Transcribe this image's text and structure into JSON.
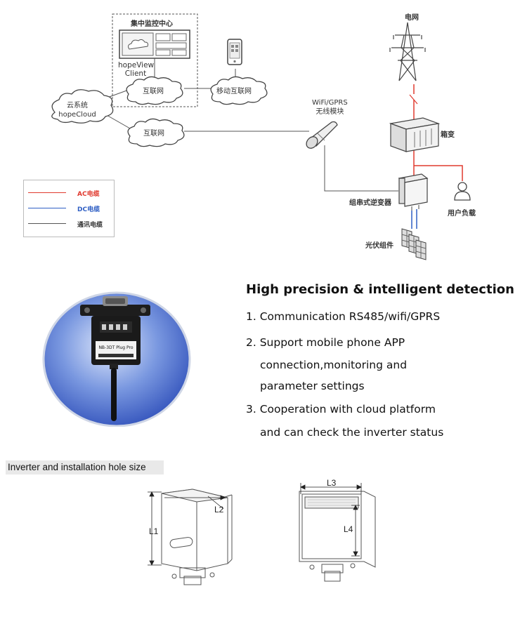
{
  "diagram": {
    "grid_label": "电网",
    "monitoring_center_label": "集中监控中心",
    "hopeview_line1": "hopeView",
    "hopeview_line2": "Client",
    "internet_label_top": "互联网",
    "mobile_internet_label": "移动互联网",
    "cloud_line1": "云系统",
    "cloud_line2": "hopeCloud",
    "internet_label_bottom": "互联网",
    "wifi_line1": "WiFi/GPRS",
    "wifi_line2": "无线模块",
    "transformer_label": "箱变",
    "inverter_label": "组串式逆变器",
    "user_load_label": "用户负载",
    "pv_label": "光伏组件",
    "colors": {
      "ac": "#e03a2f",
      "dc": "#2f5fc4",
      "comm": "#555555"
    }
  },
  "legend": {
    "items": [
      {
        "label": "AC电缆",
        "color": "#e03a2f"
      },
      {
        "label": "DC电缆",
        "color": "#2f5fc4"
      },
      {
        "label": "通讯电缆",
        "color": "#555555"
      }
    ]
  },
  "device": {
    "model_text": "NB-3DT Plug Pro"
  },
  "features": {
    "title": "High precision & intelligent detection",
    "items": [
      "1. Communication RS485/wifi/GPRS",
      "2. Support mobile phone APP",
      "connection,monitoring and",
      "parameter settings",
      "3. Cooperation with cloud platform",
      "and can check the inverter status"
    ]
  },
  "installation": {
    "section_label": "Inverter and installation hole size",
    "dim_l1": "L1",
    "dim_l2": "L2",
    "dim_l3": "L3",
    "dim_l4": "L4"
  }
}
